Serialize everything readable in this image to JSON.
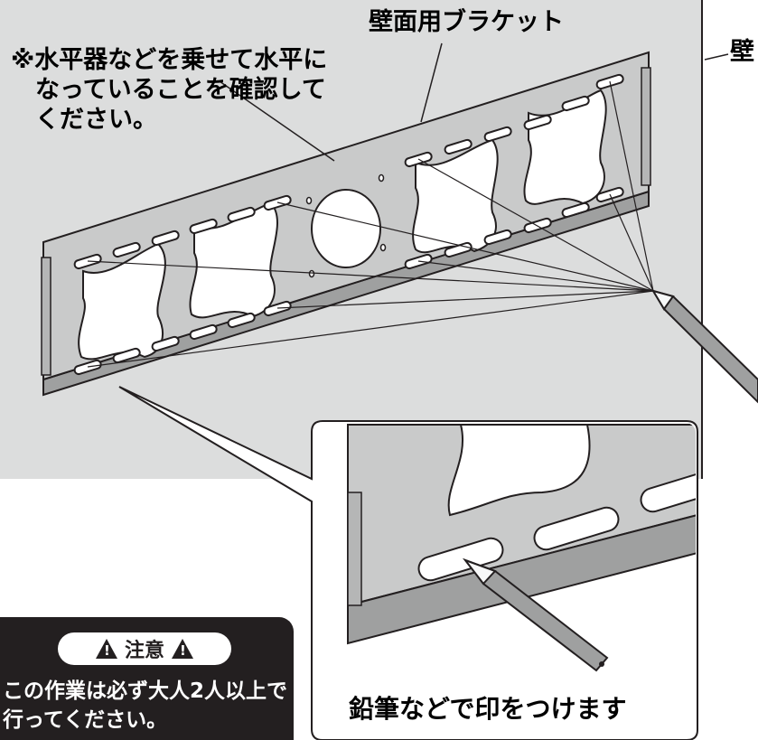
{
  "labels": {
    "bracket": "壁面用ブラケット",
    "wall": "壁",
    "level_note": "※水平器などを乗せて水平に\n　なっていることを確認して\n　ください。",
    "pencil_note": "鉛筆などで印をつけます"
  },
  "caution": {
    "title": "注意",
    "text": "この作業は必ず大人2人以上で\n行ってください。"
  },
  "colors": {
    "wall": "#dcdddd",
    "bracket": "#c9caca",
    "caution_bg": "#231f20",
    "line": "#231f20"
  },
  "icons": [
    "warning-triangle-icon",
    "pencil-icon"
  ]
}
